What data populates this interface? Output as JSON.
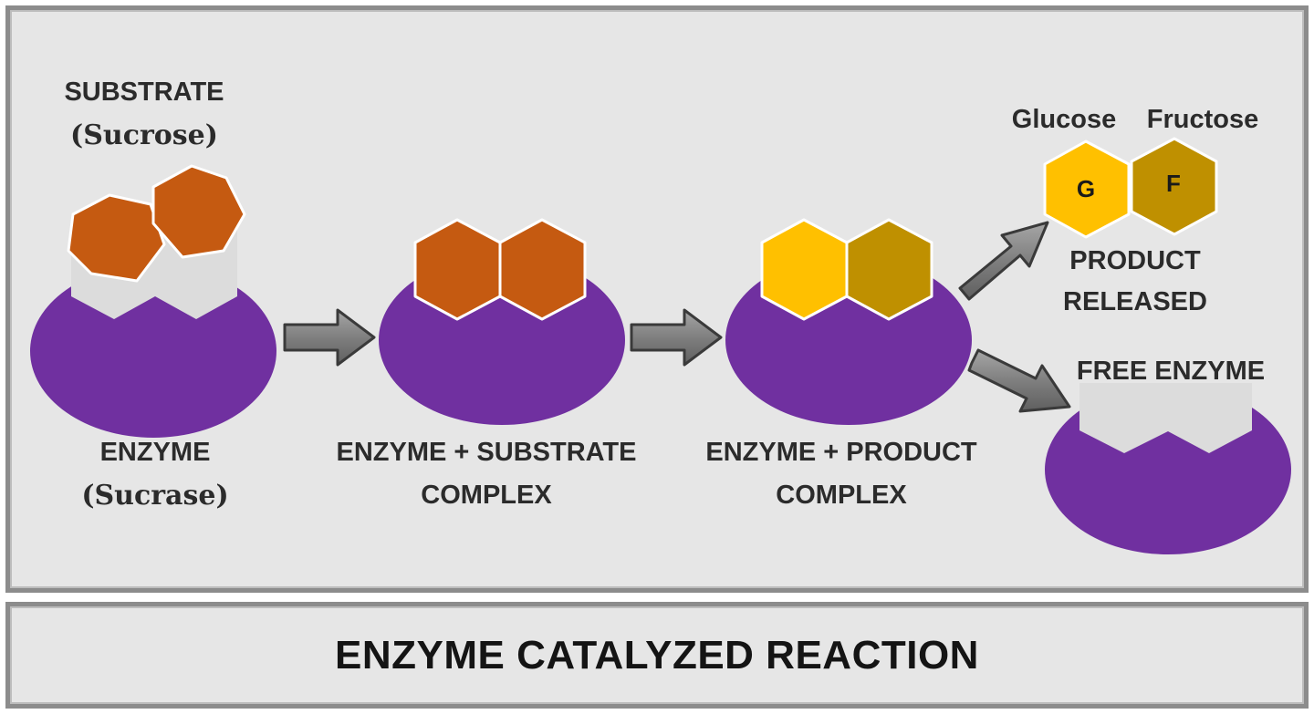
{
  "labels": {
    "substrate_line1": "SUBSTRATE",
    "substrate_line2": "(Sucrose)",
    "enzyme_line1": "ENZYME",
    "enzyme_line2": "(Sucrase)",
    "es_complex_line1": "ENZYME + SUBSTRATE",
    "es_complex_line2": "COMPLEX",
    "ep_complex_line1": "ENZYME + PRODUCT",
    "ep_complex_line2": "COMPLEX",
    "glucose": "Glucose",
    "fructose": "Fructose",
    "glucose_letter": "G",
    "fructose_letter": "F",
    "product_line1": "PRODUCT",
    "product_line2": "RELEASED",
    "free_enzyme": "FREE ENZYME"
  },
  "title": "ENZYME CATALYZED REACTION",
  "colors": {
    "enzyme": "#7030a0",
    "substrate": "#c55a11",
    "glucose": "#ffc000",
    "fructose": "#bf9000",
    "active_site": "#dcdcdc",
    "arrow": "#7f7f7f",
    "panel": "#e6e6e6"
  }
}
